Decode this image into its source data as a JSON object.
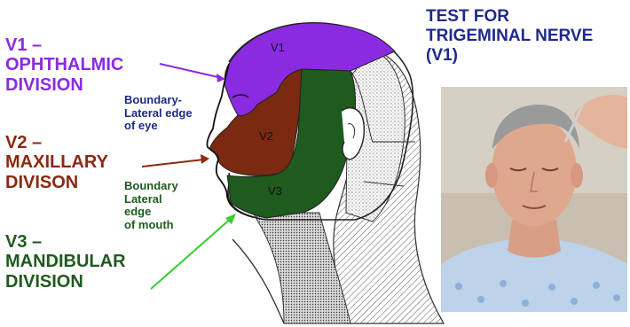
{
  "title": {
    "lines": [
      "TEST FOR",
      "TRIGEMINAL NERVE",
      "(V1)"
    ],
    "color": "#1e2a8a"
  },
  "divisions": {
    "v1": {
      "lines": [
        "V1 –",
        "OPHTHALMIC",
        "DIVISION"
      ],
      "color": "#8a2be2",
      "region_label": "V1"
    },
    "v2": {
      "lines": [
        "V2 –",
        "MAXILLARY",
        "DIVISON"
      ],
      "color": "#8b2a12",
      "region_label": "V2"
    },
    "v3": {
      "lines": [
        "V3 –",
        "MANDIBULAR",
        "DIVISION"
      ],
      "color": "#1f5a1f",
      "region_label": "V3"
    }
  },
  "boundaries": {
    "eye": {
      "lines": [
        "Boundary-",
        "Lateral edge",
        "of eye"
      ],
      "color": "#1e2a8a"
    },
    "mouth": {
      "lines": [
        "Boundary",
        "Lateral",
        "edge",
        "of mouth"
      ],
      "color": "#1f5a1f"
    }
  },
  "colors": {
    "v1_fill": "#8a2be2",
    "v2_fill": "#7a2a10",
    "v3_fill": "#1f5a1f",
    "arrow_v3": "#33cc33"
  }
}
